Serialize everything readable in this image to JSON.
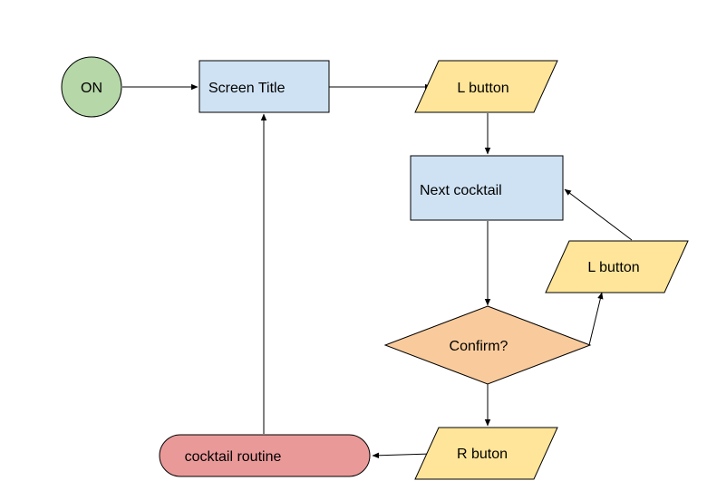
{
  "diagram": {
    "colors": {
      "start": "#b6d7a8",
      "process": "#cfe2f3",
      "input": "#ffe599",
      "decision": "#f9cb9c",
      "terminal": "#ea9999",
      "stroke": "#000000"
    },
    "nodes": {
      "on": {
        "label": "ON",
        "kind": "start"
      },
      "screen_title": {
        "label": "Screen Title",
        "kind": "process"
      },
      "l_button_top": {
        "label": "L button",
        "kind": "input"
      },
      "next_cocktail": {
        "label": "Next cocktail",
        "kind": "process"
      },
      "l_button_right": {
        "label": "L button",
        "kind": "input"
      },
      "confirm": {
        "label": "Confirm?",
        "kind": "decision"
      },
      "r_button": {
        "label": "R buton",
        "kind": "input"
      },
      "cocktail_routine": {
        "label": "cocktail routine",
        "kind": "terminal"
      }
    },
    "edges": [
      {
        "from": "on",
        "to": "screen_title"
      },
      {
        "from": "screen_title",
        "to": "l_button_top"
      },
      {
        "from": "l_button_top",
        "to": "next_cocktail"
      },
      {
        "from": "next_cocktail",
        "to": "confirm"
      },
      {
        "from": "confirm",
        "to": "l_button_right"
      },
      {
        "from": "l_button_right",
        "to": "next_cocktail"
      },
      {
        "from": "confirm",
        "to": "r_button"
      },
      {
        "from": "r_button",
        "to": "cocktail_routine"
      },
      {
        "from": "cocktail_routine",
        "to": "screen_title"
      }
    ]
  }
}
